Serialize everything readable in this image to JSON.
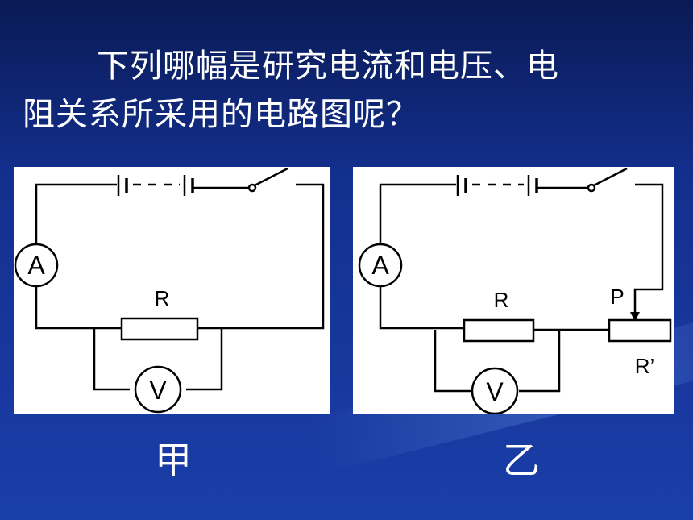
{
  "question": {
    "line1": "下列哪幅是研究电流和电压、电",
    "line2": "阻关系所采用的电路图呢？"
  },
  "diagram_a": {
    "caption": "甲",
    "ammeter": "A",
    "voltmeter": "V",
    "resistor_label": "R"
  },
  "diagram_b": {
    "caption": "乙",
    "ammeter": "A",
    "voltmeter": "V",
    "resistor_label": "R",
    "slider_label": "P",
    "rheostat_label": "R’"
  }
}
